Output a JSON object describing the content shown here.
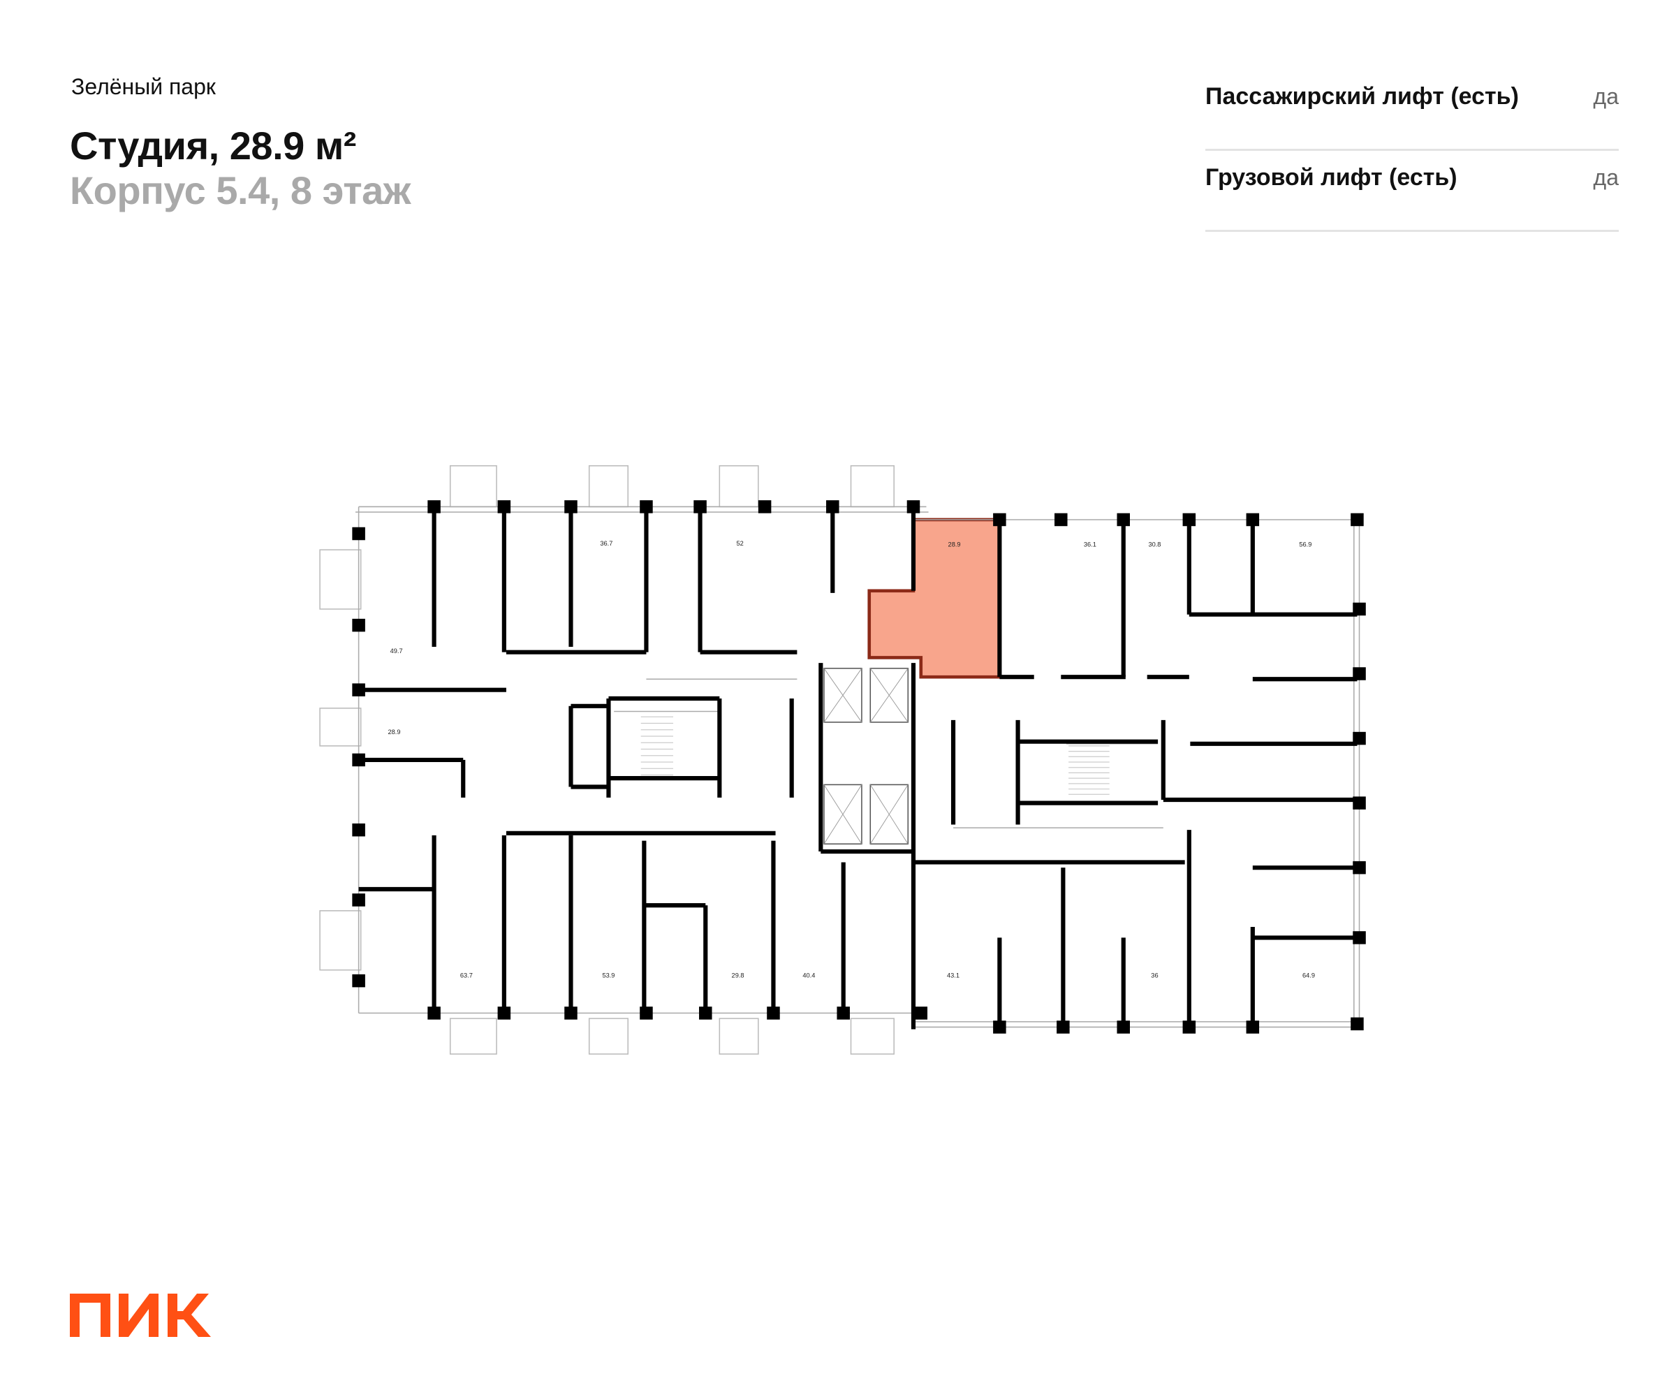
{
  "header": {
    "project": "Зелёный парк",
    "title": "Студия, 28.9 м²",
    "subtitle": "Корпус 5.4, 8 этаж"
  },
  "specs": [
    {
      "label": "Пассажирский лифт (есть)",
      "value": "да"
    },
    {
      "label": "Грузовой лифт (есть)",
      "value": "да"
    }
  ],
  "floor_plan": {
    "highlight_color": "#F8A58C",
    "highlight_border": "#8C2A18",
    "apartments": [
      {
        "area": "49.7"
      },
      {
        "area": "28.9"
      },
      {
        "area": "36.7"
      },
      {
        "area": "52"
      },
      {
        "area": "28.9",
        "selected": true
      },
      {
        "area": "36.1"
      },
      {
        "area": "30.8"
      },
      {
        "area": "56.9"
      },
      {
        "area": "63.7"
      },
      {
        "area": "53.9"
      },
      {
        "area": "29.8"
      },
      {
        "area": "40.4"
      },
      {
        "area": "43.1"
      },
      {
        "area": "36"
      },
      {
        "area": "64.9"
      }
    ]
  },
  "logo": {
    "text": "ПИК",
    "color": "#FF5014"
  }
}
